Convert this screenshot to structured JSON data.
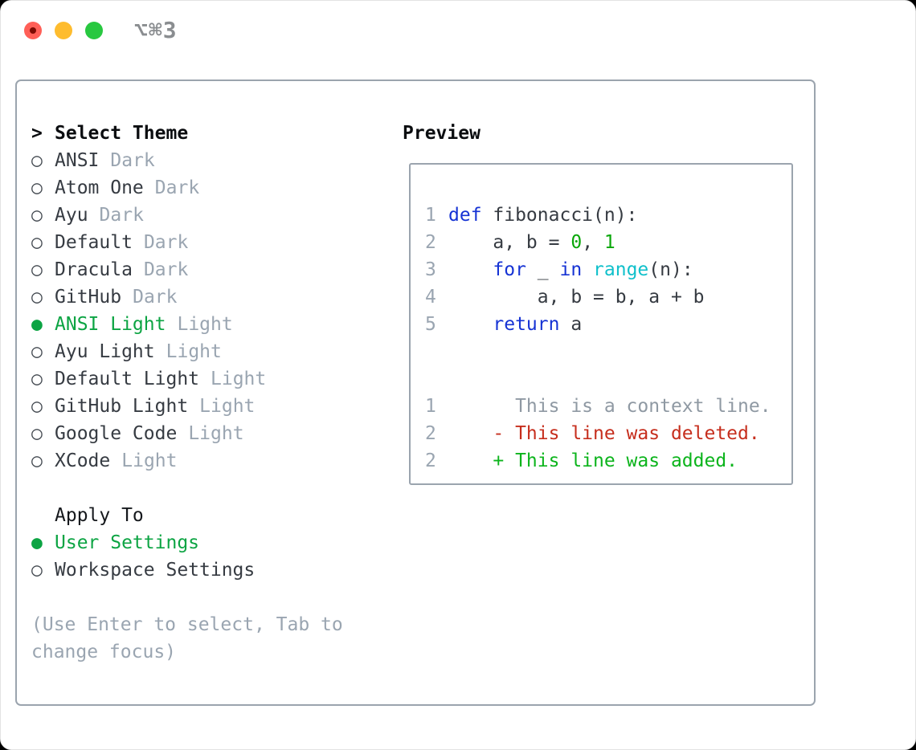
{
  "window": {
    "title": "⌥⌘3",
    "traffic_lights": [
      "close",
      "minimize",
      "zoom"
    ]
  },
  "theme_list": {
    "header_marker": ">",
    "header": "Select Theme",
    "items": [
      {
        "marker": "○",
        "name": "ANSI",
        "tag": "Dark",
        "selected": false
      },
      {
        "marker": "○",
        "name": "Atom One",
        "tag": "Dark",
        "selected": false
      },
      {
        "marker": "○",
        "name": "Ayu",
        "tag": "Dark",
        "selected": false
      },
      {
        "marker": "○",
        "name": "Default",
        "tag": "Dark",
        "selected": false
      },
      {
        "marker": "○",
        "name": "Dracula",
        "tag": "Dark",
        "selected": false
      },
      {
        "marker": "○",
        "name": "GitHub",
        "tag": "Dark",
        "selected": false
      },
      {
        "marker": "●",
        "name": "ANSI Light",
        "tag": "Light",
        "selected": true
      },
      {
        "marker": "○",
        "name": "Ayu Light",
        "tag": "Light",
        "selected": false
      },
      {
        "marker": "○",
        "name": "Default Light",
        "tag": "Light",
        "selected": false
      },
      {
        "marker": "○",
        "name": "GitHub Light",
        "tag": "Light",
        "selected": false
      },
      {
        "marker": "○",
        "name": "Google Code",
        "tag": "Light",
        "selected": false
      },
      {
        "marker": "○",
        "name": "XCode",
        "tag": "Light",
        "selected": false
      }
    ]
  },
  "apply_to": {
    "header": "Apply To",
    "options": [
      {
        "marker": "●",
        "name": "User Settings",
        "selected": true
      },
      {
        "marker": "○",
        "name": "Workspace Settings",
        "selected": false
      }
    ]
  },
  "hint": {
    "line1": "(Use Enter to select, Tab to",
    "line2": "change focus)"
  },
  "preview": {
    "header": "Preview",
    "code_lines": [
      {
        "num": "1",
        "tokens": [
          {
            "t": "def"
          },
          {
            "t": " fibonacci(n):"
          }
        ]
      },
      {
        "num": "2",
        "tokens": [
          {
            "t": "    a, b = "
          },
          {
            "t": "0"
          },
          {
            "t": ", "
          },
          {
            "t": "1"
          }
        ]
      },
      {
        "num": "3",
        "tokens": [
          {
            "t": "    "
          },
          {
            "t": "for"
          },
          {
            "t": " _ "
          },
          {
            "t": "in"
          },
          {
            "t": " "
          },
          {
            "t": "range"
          },
          {
            "t": "(n):"
          }
        ]
      },
      {
        "num": "4",
        "tokens": [
          {
            "t": "        a, b = b, a + b"
          }
        ]
      },
      {
        "num": "5",
        "tokens": [
          {
            "t": "    "
          },
          {
            "t": "return"
          },
          {
            "t": " a"
          }
        ]
      }
    ],
    "diff_lines": [
      {
        "num": "1",
        "text": "      This is a context line.",
        "kind": "context"
      },
      {
        "num": "2",
        "text": "    - This line was deleted.",
        "kind": "deleted"
      },
      {
        "num": "2",
        "text": "    + This line was added.",
        "kind": "added"
      }
    ]
  },
  "colors": {
    "accent_green": "#0ca443",
    "keyword_blue": "#1633d4",
    "builtin_cyan": "#10c0cb",
    "number_green": "#0aa70a",
    "deleted_red": "#c62e1d",
    "added_green": "#0cb41c",
    "muted_gray": "#9aa5b1",
    "context_gray": "#8f99a3",
    "text_dark": "#363b42",
    "border_gray": "#9ba4ae",
    "traffic_red": "#ff5f57",
    "traffic_yellow": "#febc2e",
    "traffic_green": "#28c840",
    "title_gray": "#8a8d90"
  }
}
